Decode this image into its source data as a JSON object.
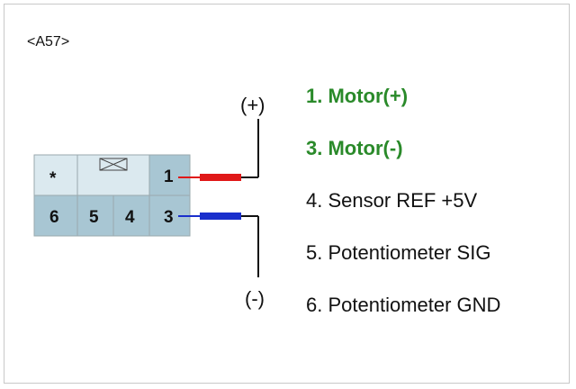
{
  "connector": {
    "id": "<A57>"
  },
  "pins": [
    {
      "label": "*",
      "fill": "#dbe9ef"
    },
    {
      "label": "1",
      "fill": "#a8c6d3"
    },
    {
      "label": "6",
      "fill": "#a8c6d3"
    },
    {
      "label": "5",
      "fill": "#a8c6d3"
    },
    {
      "label": "4",
      "fill": "#a8c6d3"
    },
    {
      "label": "3",
      "fill": "#a8c6d3"
    }
  ],
  "polarity": {
    "positive": "(+)",
    "negative": "(-)"
  },
  "wires": {
    "positive_color": "#e01818",
    "negative_color": "#1a2fcc"
  },
  "legend": [
    {
      "text": "1. Motor(+)",
      "highlight": true
    },
    {
      "text": "3. Motor(-)",
      "highlight": true
    },
    {
      "text": "4. Sensor REF +5V",
      "highlight": false
    },
    {
      "text": "5. Potentiometer SIG",
      "highlight": false
    },
    {
      "text": "6. Potentiometer GND",
      "highlight": false
    }
  ],
  "colors": {
    "highlight": "#2a8a2a",
    "connector_body": "#dbe9ef",
    "pin_cell": "#a8c6d3"
  }
}
